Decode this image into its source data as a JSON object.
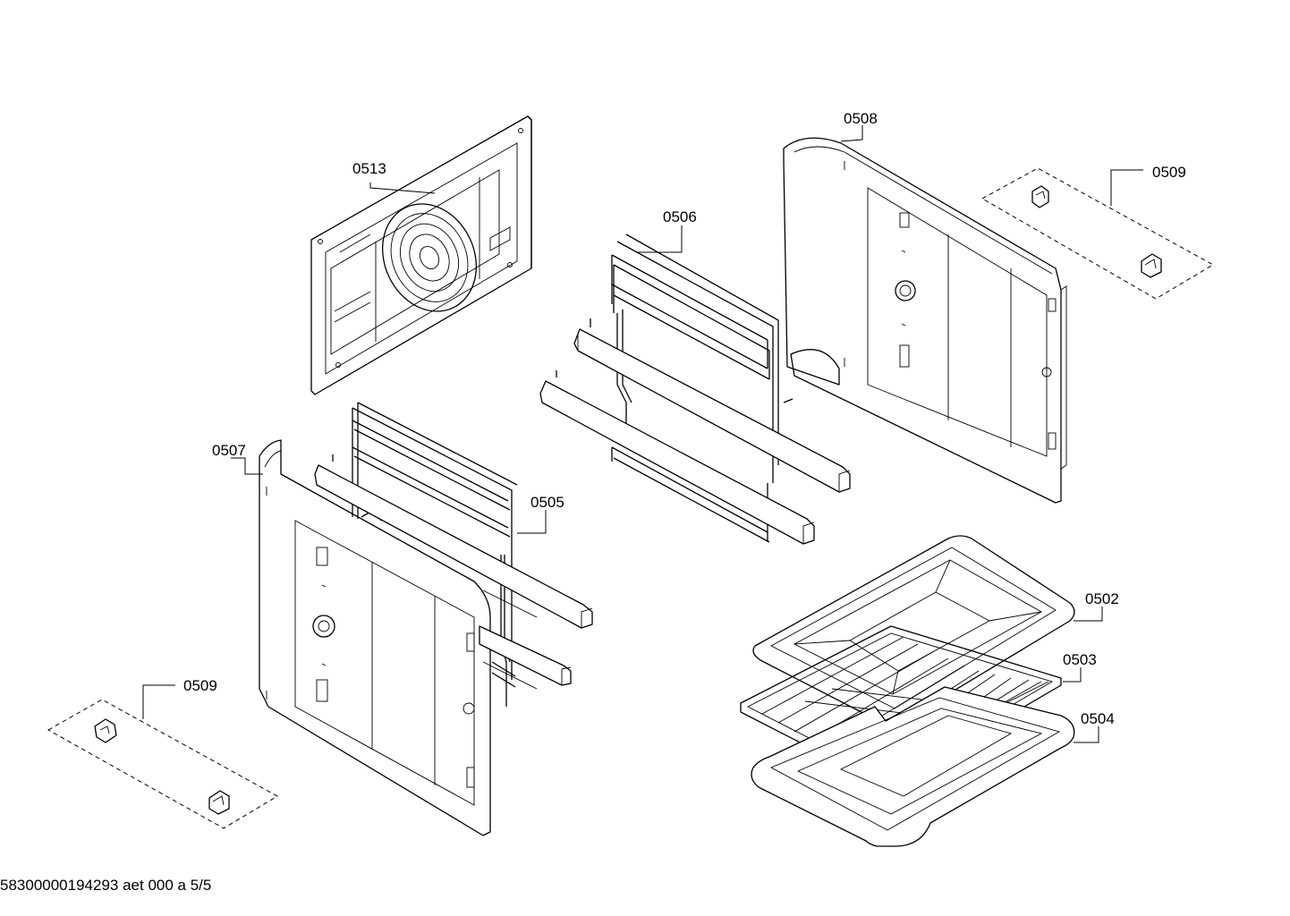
{
  "parts": {
    "p0513": "0513",
    "p0508": "0508",
    "p0509a": "0509",
    "p0506": "0506",
    "p0507": "0507",
    "p0505": "0505",
    "p0509b": "0509",
    "p0502": "0502",
    "p0503": "0503",
    "p0504": "0504"
  },
  "footer": {
    "doc_id": "58300000194293 aet 000 a 5/5"
  }
}
